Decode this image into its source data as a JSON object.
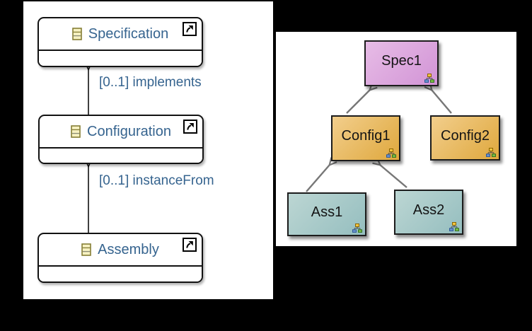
{
  "background_color": "#000000",
  "class_diagram": {
    "classes": [
      {
        "name": "Specification"
      },
      {
        "name": "Configuration"
      },
      {
        "name": "Assembly"
      }
    ],
    "relations": [
      {
        "label": "[0..1] implements",
        "from": "Configuration",
        "to": "Specification"
      },
      {
        "label": "[0..1] instanceFrom",
        "from": "Assembly",
        "to": "Configuration"
      }
    ],
    "colors": {
      "class_name_text": "#36648F",
      "relation_label_text": "#36648F",
      "box_fill": "#FFFFFF",
      "box_border": "#121212",
      "eclass_icon_fill": "#F6F1C1",
      "eclass_icon_border": "#857E35"
    },
    "icons": {
      "class_icon": "eclass-table-icon",
      "corner_icon": "jump-to-diagram-arrow-icon"
    }
  },
  "instance_diagram": {
    "instances": [
      {
        "name": "Spec1",
        "fill_top": "#E7BCE6",
        "fill_bottom": "#D294D6"
      },
      {
        "name": "Config1",
        "fill_top": "#F2CE8C",
        "fill_bottom": "#DFA83D"
      },
      {
        "name": "Config2",
        "fill_top": "#F2CE8C",
        "fill_bottom": "#DFA83D"
      },
      {
        "name": "Ass1",
        "fill_top": "#BCD6D3",
        "fill_bottom": "#95BEBF"
      },
      {
        "name": "Ass2",
        "fill_top": "#BCD6D3",
        "fill_bottom": "#95BEBF"
      }
    ],
    "edges": [
      {
        "from": "Config1",
        "to": "Spec1"
      },
      {
        "from": "Config2",
        "to": "Spec1"
      },
      {
        "from": "Ass1",
        "to": "Config1"
      },
      {
        "from": "Ass2",
        "to": "Config1"
      }
    ],
    "arrow_color": "#777777",
    "icons": {
      "badge_icon": "model-object-tree-icon"
    }
  }
}
